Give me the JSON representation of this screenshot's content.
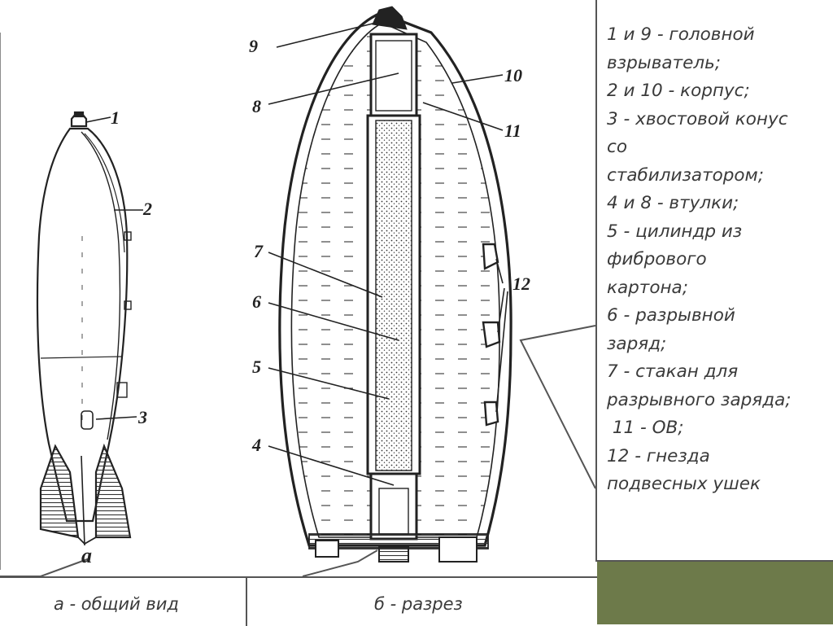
{
  "figure": {
    "part_marks": {
      "general_view": "а"
    },
    "callouts": [
      "1",
      "2",
      "3",
      "4",
      "5",
      "6",
      "7",
      "8",
      "9",
      "10",
      "11",
      "12"
    ]
  },
  "legend": {
    "items": [
      "1 и 9 - головной",
      "взрыватель;",
      "2 и 10 - корпус;",
      "3 - хвостовой конус",
      "со",
      "стабилизатором;",
      "4 и 8 - втулки;",
      "5 - цилиндр из",
      "фибрового",
      "картона;",
      "6 - разрывной",
      "заряд;",
      "7 - стакан для",
      "разрывного заряда;",
      " 11 - ОВ;",
      "12 - гнезда",
      "подвесных ушек"
    ]
  },
  "captions": {
    "general_view": "а - общий вид",
    "section": "б - разрез"
  },
  "colors": {
    "ink": "#222222",
    "accent_corner": "#6d7a4a"
  }
}
